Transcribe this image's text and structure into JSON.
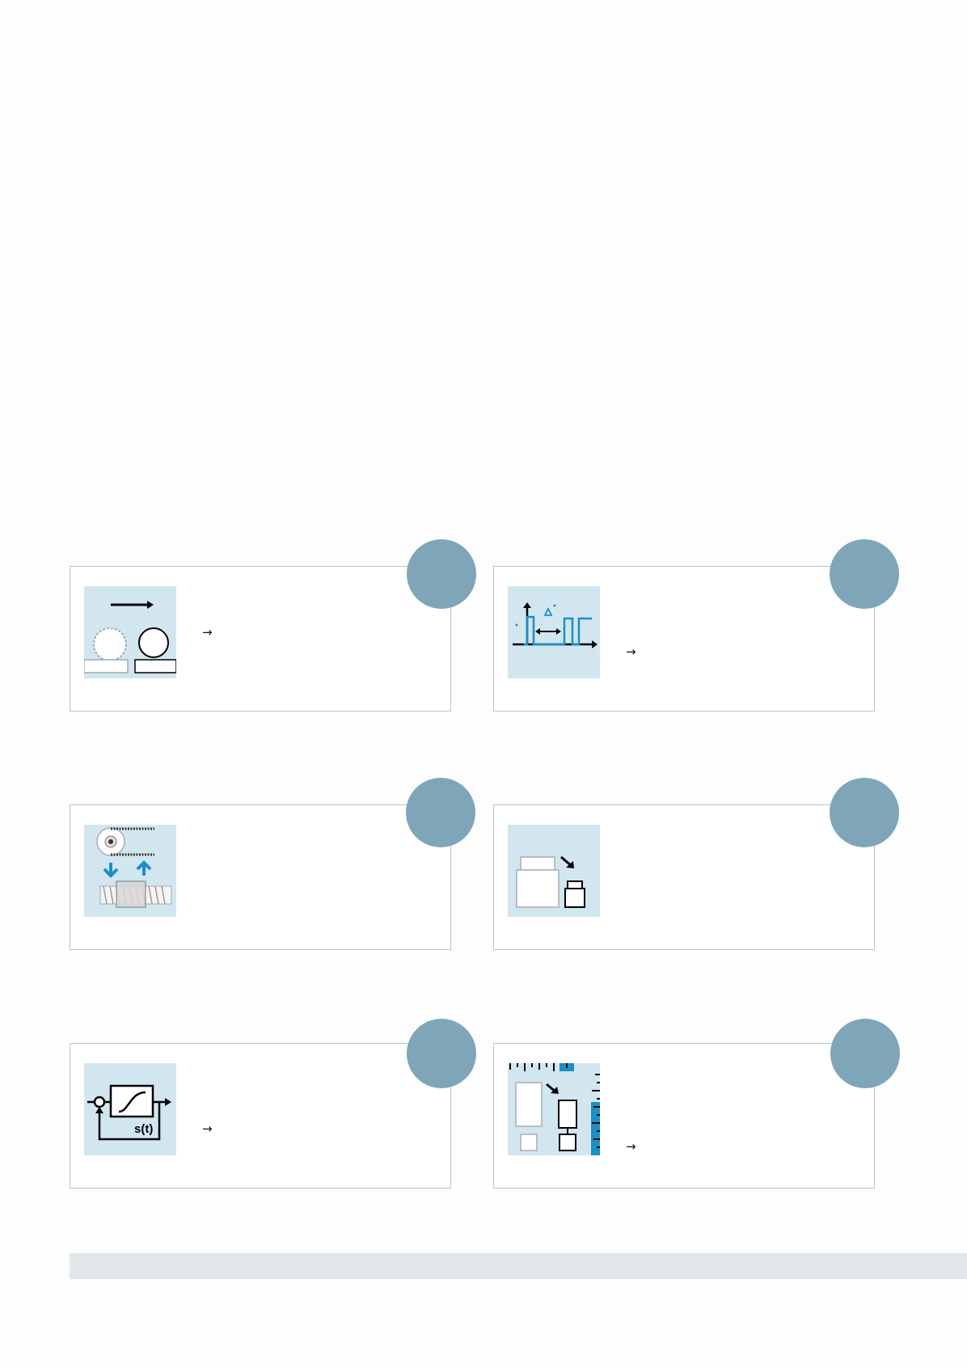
{
  "cards": [
    {
      "id": "rolling",
      "icon": "rolling-friction-icon",
      "link_arrow": "→"
    },
    {
      "id": "signal",
      "icon": "signal-pulse-icon",
      "link_arrow": "→"
    },
    {
      "id": "belt-spindle",
      "icon": "belt-spindle-icon",
      "link_arrow": ""
    },
    {
      "id": "weight",
      "icon": "weight-reduction-icon",
      "link_arrow": ""
    },
    {
      "id": "control",
      "icon": "control-loop-icon",
      "link_arrow": "→",
      "icon_label": "s(t)"
    },
    {
      "id": "scale",
      "icon": "scale-sizing-icon",
      "link_arrow": "→"
    }
  ],
  "colors": {
    "badge": "#7fa6b8",
    "thumb_bg": "#d2e6f0",
    "accent_blue": "#1b8fc7",
    "card_border": "#b9c3ca",
    "footer_bar": "#e1e6e9"
  }
}
